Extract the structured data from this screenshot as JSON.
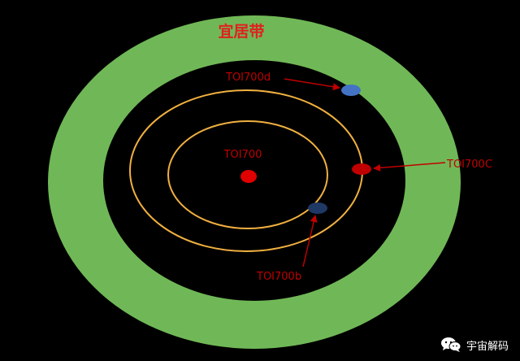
{
  "diagram": {
    "zone_label": "宜居带",
    "star_label": "TOI700",
    "planets": [
      {
        "label": "TOI700d",
        "color": "#4472C4"
      },
      {
        "label": "TOI700C",
        "color": "#C00000"
      },
      {
        "label": "TOI700b",
        "color": "#1F3864"
      }
    ],
    "colors": {
      "background": "#000000",
      "habitable_zone": "#70B857",
      "orbit": "#F0B040",
      "star": "#E00000",
      "label": "#C00000",
      "zone_label": "#E02020"
    }
  },
  "watermark": {
    "text": "宇宙解码",
    "icon": "wechat-icon"
  }
}
